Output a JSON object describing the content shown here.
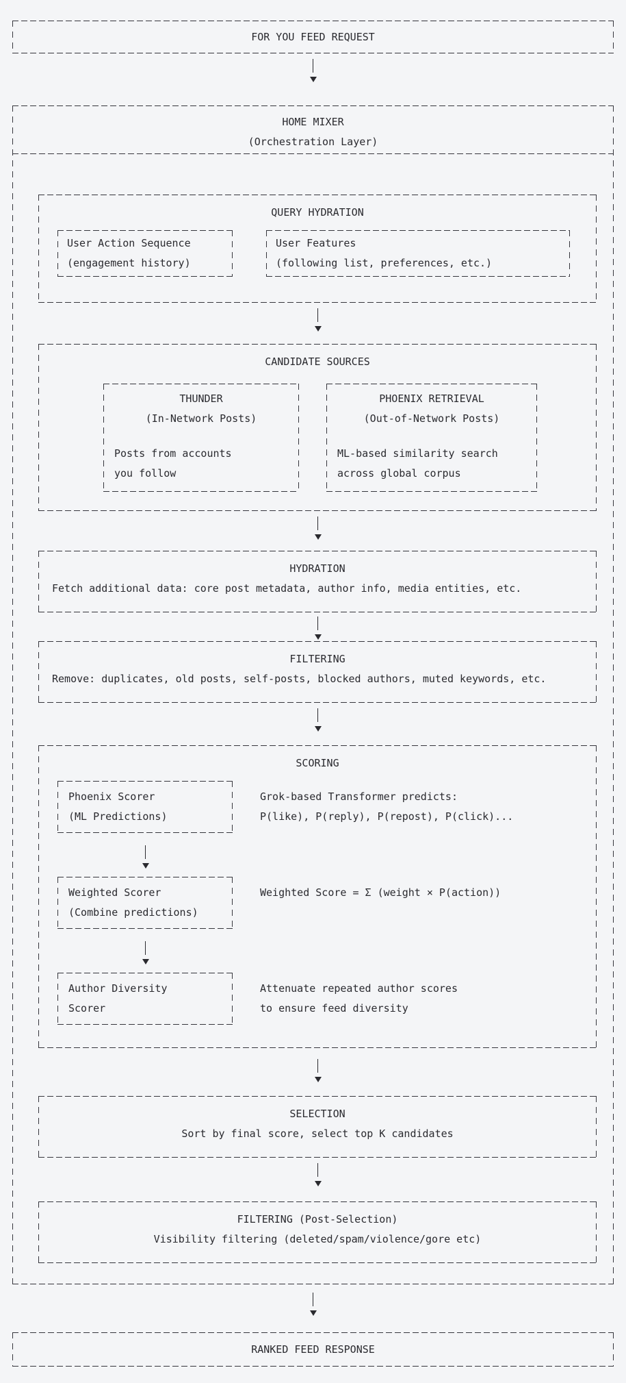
{
  "diagram": {
    "request": "FOR YOU FEED REQUEST",
    "home_mixer": {
      "title": "HOME MIXER",
      "subtitle": "(Orchestration Layer)"
    },
    "query_hydration": {
      "title": "QUERY HYDRATION",
      "user_action_sequence": {
        "line1": "User Action Sequence",
        "line2": "(engagement history)"
      },
      "user_features": {
        "line1": "User Features",
        "line2": "(following list, preferences, etc.)"
      }
    },
    "candidate_sources": {
      "title": "CANDIDATE SOURCES",
      "thunder": {
        "name": "THUNDER",
        "kind": "(In-Network Posts)",
        "desc1": "Posts from accounts",
        "desc2": "you follow"
      },
      "phoenix": {
        "name": "PHOENIX RETRIEVAL",
        "kind": "(Out-of-Network Posts)",
        "desc1": "ML-based similarity search",
        "desc2": "across global corpus"
      }
    },
    "hydration": {
      "title": "HYDRATION",
      "body": "Fetch additional data: core post metadata, author info, media entities, etc."
    },
    "filtering": {
      "title": "FILTERING",
      "body": "Remove: duplicates, old posts, self-posts, blocked authors, muted keywords, etc."
    },
    "scoring": {
      "title": "SCORING",
      "phoenix_scorer": {
        "line1": "Phoenix Scorer",
        "line2": "(ML Predictions)",
        "note1": "Grok-based Transformer predicts:",
        "note2": "P(like), P(reply), P(repost), P(click)..."
      },
      "weighted_scorer": {
        "line1": "Weighted Scorer",
        "line2": "(Combine predictions)",
        "note1": "Weighted Score = Σ (weight × P(action))"
      },
      "author_diversity_scorer": {
        "line1": "Author Diversity",
        "line2": "Scorer",
        "note1": "Attenuate repeated author scores",
        "note2": "to ensure feed diversity"
      }
    },
    "selection": {
      "title": "SELECTION",
      "body": "Sort by final score, select top K candidates"
    },
    "post_filtering": {
      "title": "FILTERING (Post-Selection)",
      "body": "Visibility filtering (deleted/spam/violence/gore etc)"
    },
    "response": "RANKED FEED RESPONSE"
  },
  "colors": {
    "background": "#f4f5f7",
    "ink": "#2a2a2f",
    "border": "#35353c"
  }
}
